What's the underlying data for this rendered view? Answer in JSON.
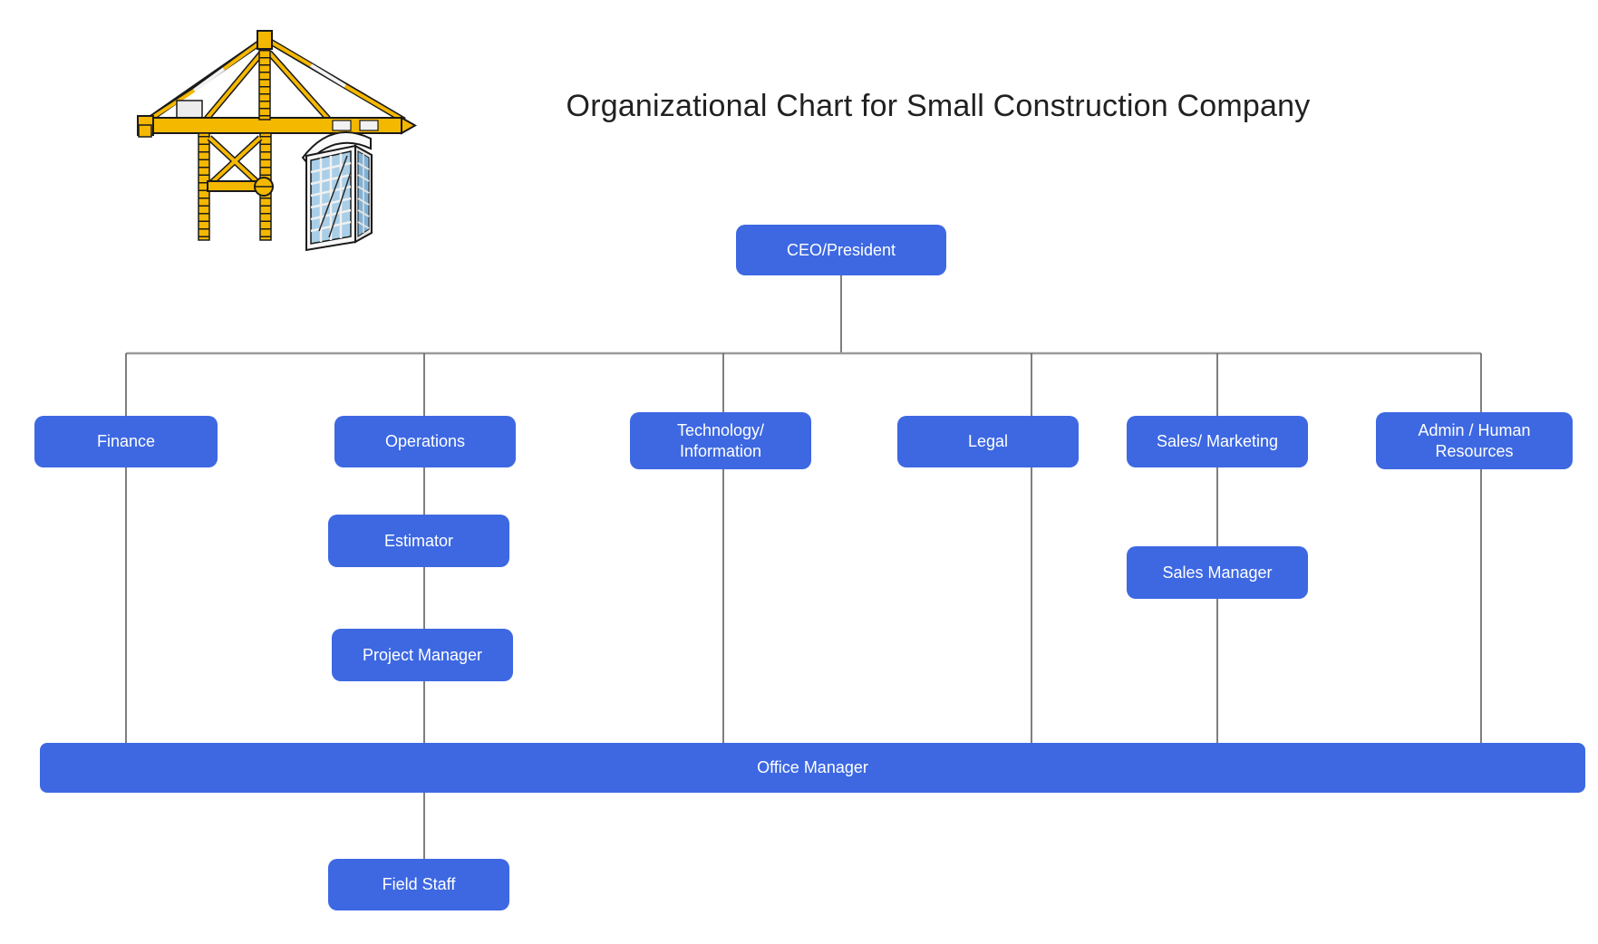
{
  "title": "Organizational Chart for Small Construction Company",
  "logo": {
    "description": "yellow tower crane and glass high-rise building illustration"
  },
  "colors": {
    "node_fill": "#3d68e2",
    "node_text": "#ffffff",
    "connector_horizontal": "#9a9a9a",
    "connector_vertical": "#5f5f5f",
    "crane_yellow": "#f5b800",
    "building_glass": "#a9cfe8"
  },
  "nodes": {
    "ceo": {
      "label": "CEO/President"
    },
    "finance": {
      "label": "Finance"
    },
    "operations": {
      "label": "Operations"
    },
    "technology": {
      "label": "Technology/ Information"
    },
    "legal": {
      "label": "Legal"
    },
    "sales_marketing": {
      "label": "Sales/ Marketing"
    },
    "admin_hr": {
      "label": "Admin / Human Resources"
    },
    "estimator": {
      "label": "Estimator"
    },
    "project_manager": {
      "label": "Project Manager"
    },
    "sales_manager": {
      "label": "Sales Manager"
    },
    "office_manager": {
      "label": "Office Manager"
    },
    "field_staff": {
      "label": "Field Staff"
    }
  },
  "edges": [
    [
      "CEO/President",
      "Finance"
    ],
    [
      "CEO/President",
      "Operations"
    ],
    [
      "CEO/President",
      "Technology/ Information"
    ],
    [
      "CEO/President",
      "Legal"
    ],
    [
      "CEO/President",
      "Sales/ Marketing"
    ],
    [
      "CEO/President",
      "Admin / Human Resources"
    ],
    [
      "Operations",
      "Estimator"
    ],
    [
      "Estimator",
      "Project Manager"
    ],
    [
      "Sales/ Marketing",
      "Sales Manager"
    ],
    [
      "Finance",
      "Office Manager"
    ],
    [
      "Project Manager",
      "Office Manager"
    ],
    [
      "Technology/ Information",
      "Office Manager"
    ],
    [
      "Legal",
      "Office Manager"
    ],
    [
      "Sales Manager",
      "Office Manager"
    ],
    [
      "Admin / Human Resources",
      "Office Manager"
    ],
    [
      "Office Manager",
      "Field Staff"
    ]
  ]
}
